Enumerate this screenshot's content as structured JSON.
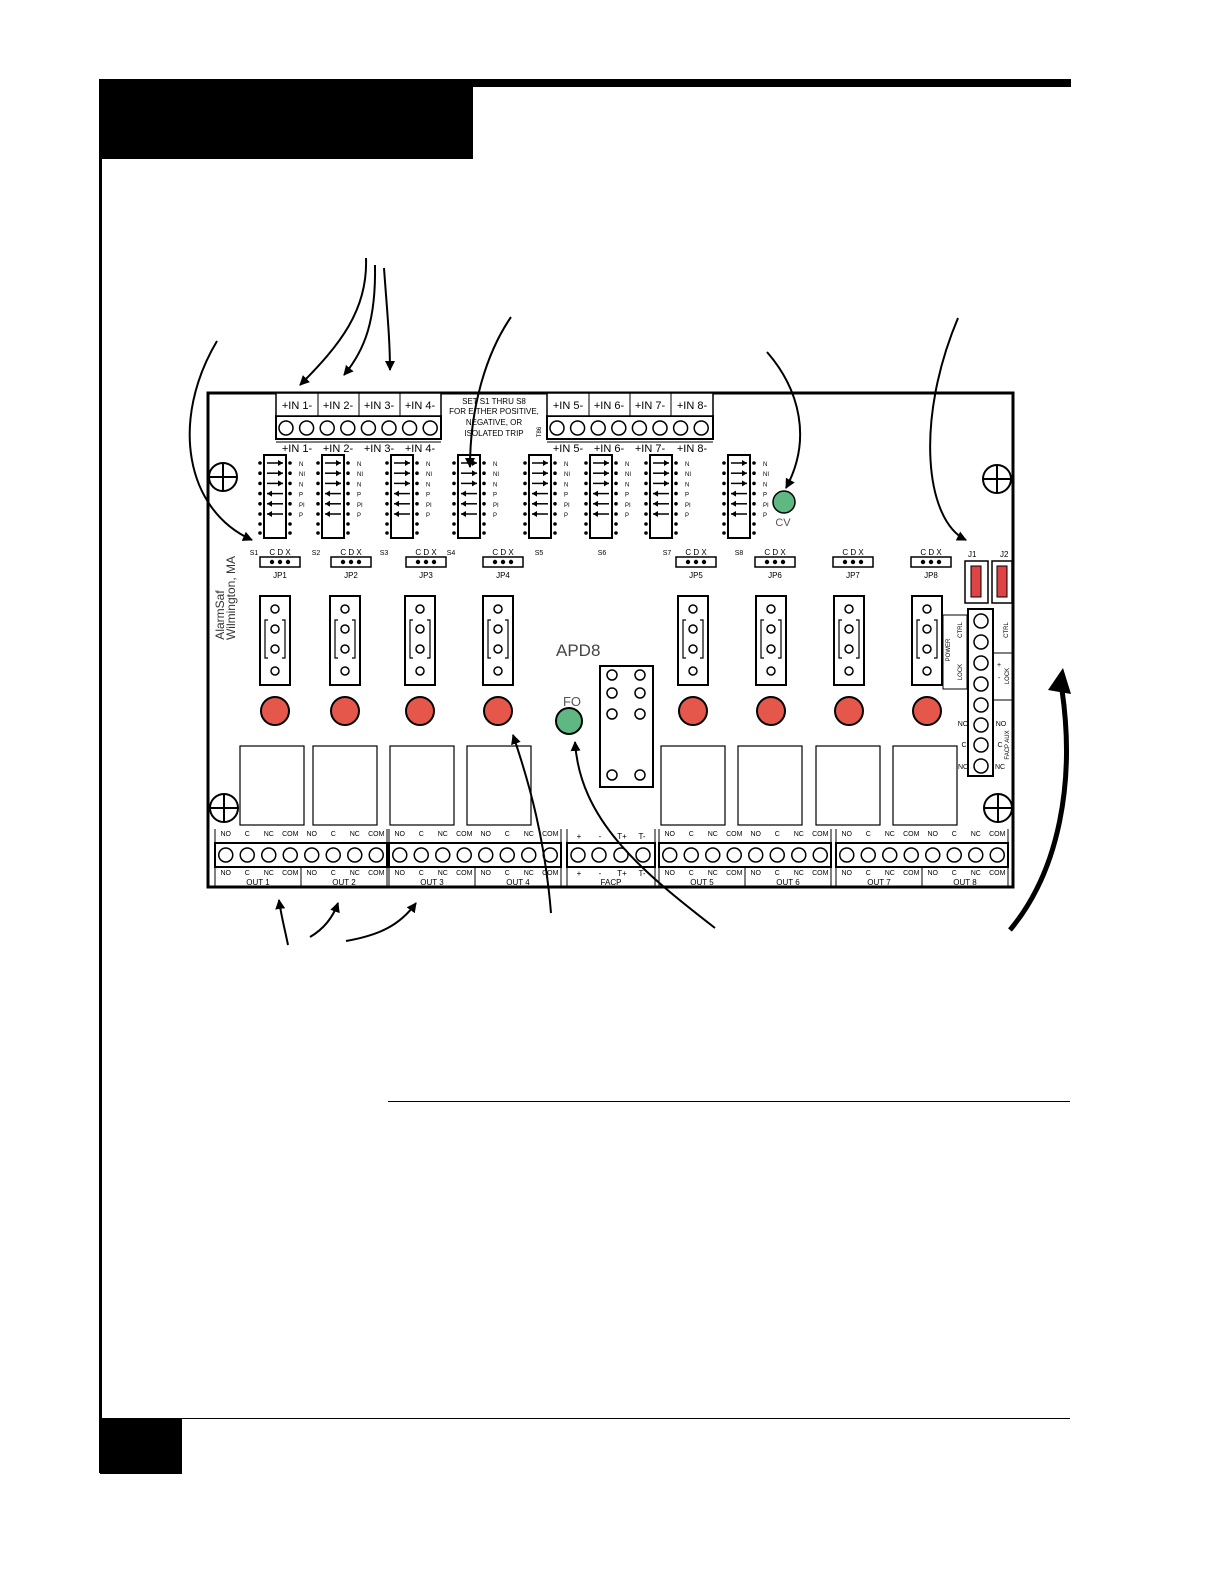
{
  "board": {
    "model": "APD8",
    "maker_line1": "AlarmSaf",
    "maker_line2": "Wilmington, MA",
    "note_lines": [
      "SET S1 THRU S8",
      "FOR EITHER POSITIVE,",
      "NEGATIVE, OR",
      "ISOLATED TRIP"
    ],
    "t86": "T86"
  },
  "input_labels": [
    "+IN 1-",
    "+IN 2-",
    "+IN 3-",
    "+IN 4-",
    "+IN 5-",
    "+IN 6-",
    "+IN 7-",
    "+IN 8-"
  ],
  "dip_switches": [
    "S1",
    "S2",
    "S3",
    "S4",
    "S5",
    "S6",
    "S7",
    "S8"
  ],
  "dip_options": [
    "N",
    "NI",
    "N",
    "P",
    "PI",
    "P"
  ],
  "jumpers": [
    "JP1",
    "JP2",
    "JP3",
    "JP4",
    "JP5",
    "JP6",
    "JP7",
    "JP8"
  ],
  "jumper_pins": "C D X",
  "leds": {
    "cv": "CV",
    "fo": "FO"
  },
  "connectors": {
    "j1": "J1",
    "j2": "J2"
  },
  "right_block": {
    "power": "POWER",
    "lock": "LOCK",
    "ctrl": "CTRL",
    "facp_aux": "FACP AUX",
    "no": "NO",
    "c": "C",
    "nc": "NC",
    "plus": "+",
    "minus": "-"
  },
  "output_terms": [
    "NO",
    "C",
    "NC",
    "COM"
  ],
  "outputs": [
    "OUT 1",
    "OUT 2",
    "OUT 3",
    "OUT 4",
    "OUT 5",
    "OUT 6",
    "OUT 7",
    "OUT 8"
  ],
  "facp": {
    "label": "FACP",
    "terms": [
      "+",
      "-",
      "T+",
      "T-"
    ]
  }
}
